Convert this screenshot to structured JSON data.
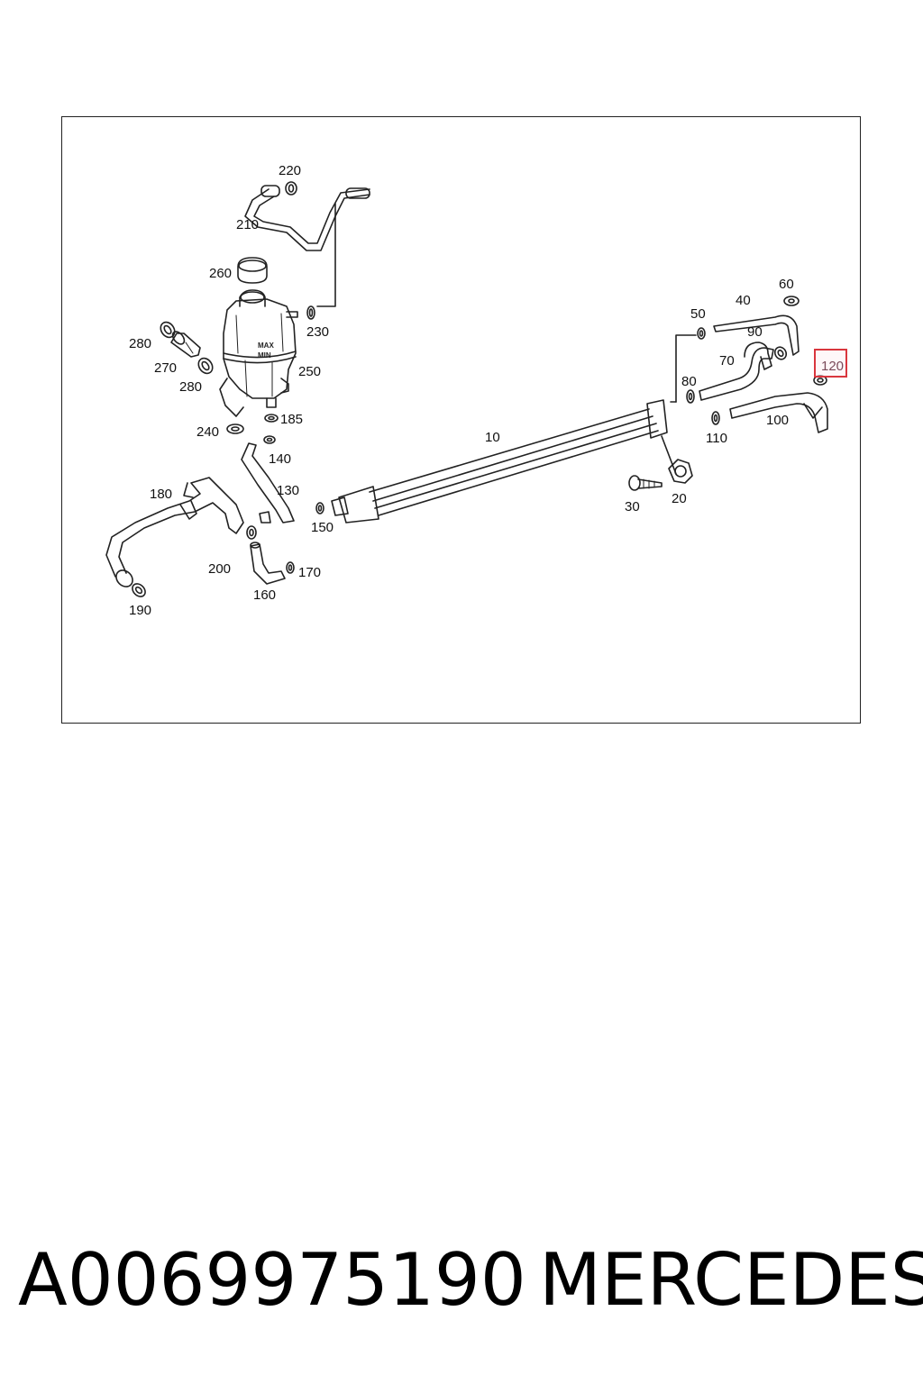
{
  "diagram": {
    "labels": {
      "l10": "10",
      "l20": "20",
      "l30": "30",
      "l40": "40",
      "l50": "50",
      "l60": "60",
      "l70": "70",
      "l80": "80",
      "l90": "90",
      "l100": "100",
      "l110": "110",
      "l120": "120",
      "l130": "130",
      "l140": "140",
      "l150": "150",
      "l160": "160",
      "l170": "170",
      "l180": "180",
      "l185": "185",
      "l190": "190",
      "l200": "200",
      "l210": "210",
      "l220": "220",
      "l230": "230",
      "l240": "240",
      "l250": "250",
      "l260": "260",
      "l270": "270",
      "l280a": "280",
      "l280b": "280"
    },
    "tank_marks": {
      "max": "MAX",
      "min": "MIN"
    },
    "highlight_color": "#d9363e",
    "highlighted_part": "120"
  },
  "caption": {
    "part_number": "A0069975190",
    "brand": "MERCEDES"
  }
}
